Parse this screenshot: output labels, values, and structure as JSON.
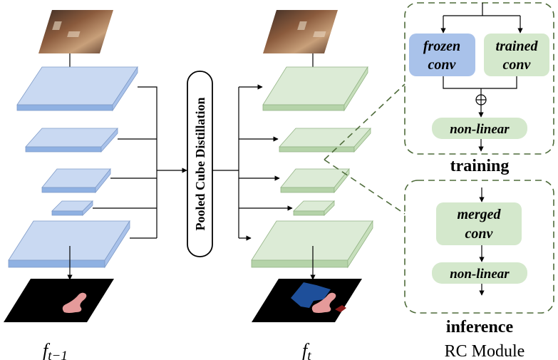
{
  "diagram": {
    "left_label_base": "f",
    "left_label_sub": "t−1",
    "right_label_base": "f",
    "right_label_sub": "t",
    "center_block": "Pooled Cube Distillation",
    "rc_module": "RC Module",
    "training": {
      "title": "training",
      "frozen_line1": "frozen",
      "frozen_line2": "conv",
      "trained_line1": "trained",
      "trained_line2": "conv",
      "nonlinear": "non-linear",
      "plus": "⊕"
    },
    "inference": {
      "title": "inference",
      "merged_line1": "merged",
      "merged_line2": "conv",
      "nonlinear": "non-linear"
    },
    "colors": {
      "blue_top": "#c9d9f2",
      "blue_side": "#8fb1e2",
      "green_top": "#dcebd6",
      "green_side": "#b5d3a9",
      "frozen_fill": "#a9c2ea",
      "trained_fill": "#d4e8cc",
      "dash_border": "#4e6b3a"
    }
  }
}
